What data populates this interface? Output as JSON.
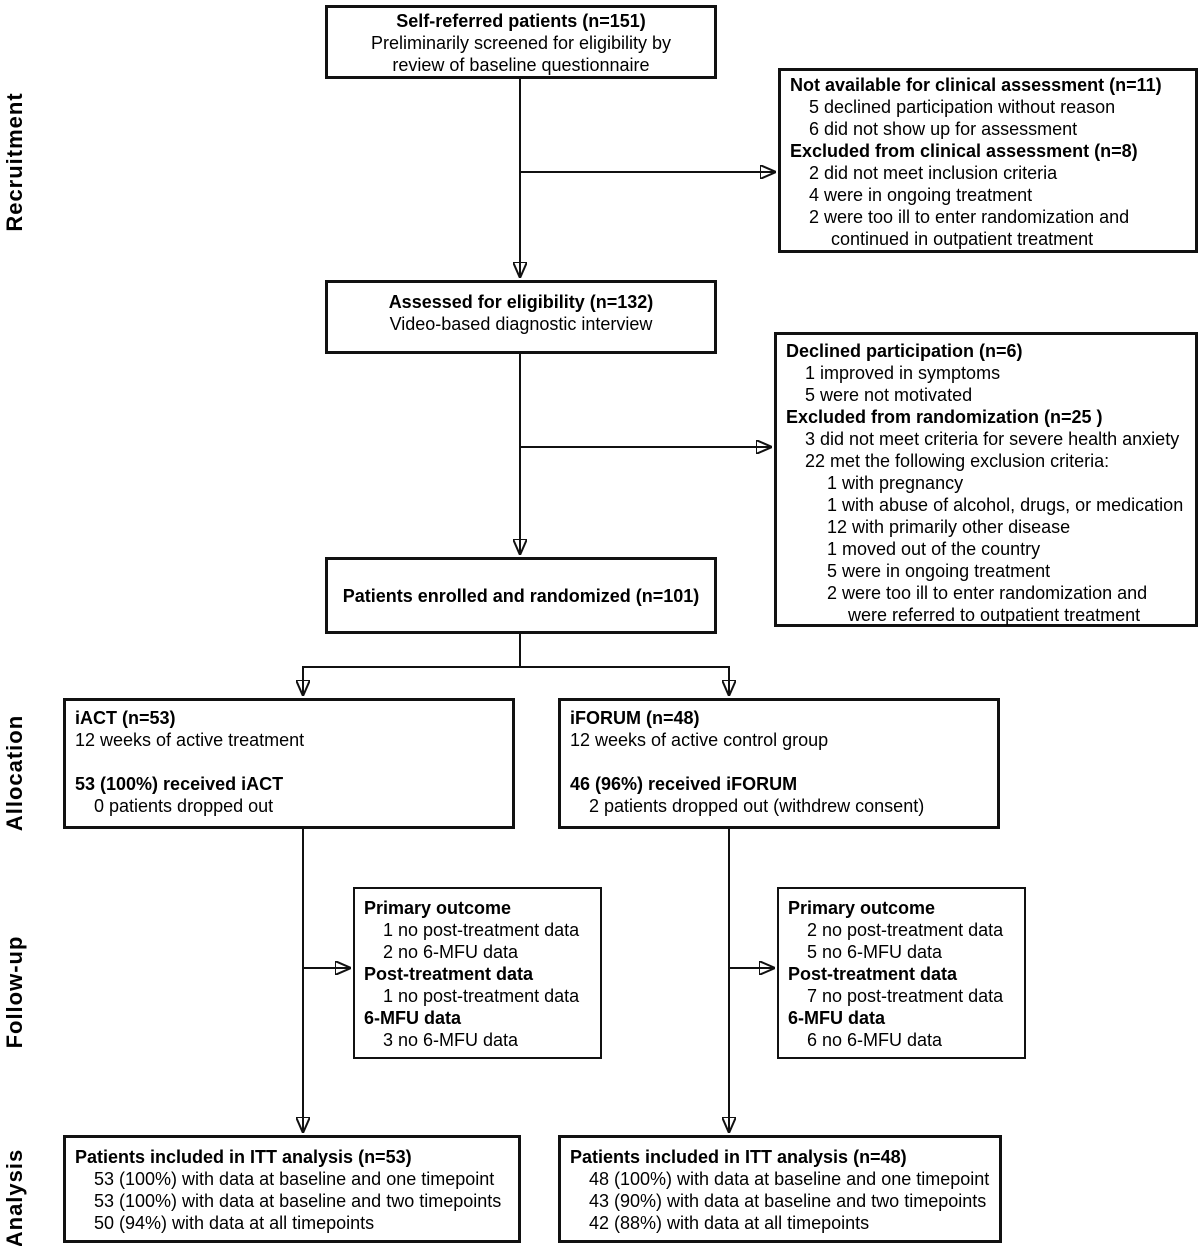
{
  "stage_labels": {
    "recruitment": "Recruitment",
    "allocation": "Allocation",
    "followup": "Follow-up",
    "analysis": "Analysis"
  },
  "colors": {
    "line": "#111111",
    "box_border": "#111111",
    "background": "#ffffff",
    "text": "#000000"
  },
  "boxes": {
    "self_referred": {
      "lines": [
        {
          "text": "Self-referred patients (n=151)",
          "bold": true,
          "indent": 0
        },
        {
          "text": "Preliminarily screened for eligibility by",
          "bold": false,
          "indent": 0
        },
        {
          "text": "review of baseline questionnaire",
          "bold": false,
          "indent": 0
        }
      ]
    },
    "not_available": {
      "lines": [
        {
          "text": "Not available for clinical assessment (n=11)",
          "bold": true,
          "indent": 0
        },
        {
          "text": "5 declined participation without reason",
          "bold": false,
          "indent": 1
        },
        {
          "text": "6 did not show up for assessment",
          "bold": false,
          "indent": 1
        },
        {
          "text": "Excluded from clinical assessment (n=8)",
          "bold": true,
          "indent": 0
        },
        {
          "text": "2 did not meet inclusion criteria",
          "bold": false,
          "indent": 1
        },
        {
          "text": "4 were in ongoing treatment",
          "bold": false,
          "indent": 1
        },
        {
          "text": "2 were too ill to enter randomization and",
          "bold": false,
          "indent": 1
        },
        {
          "text": "continued in outpatient treatment",
          "bold": false,
          "indent": 2
        }
      ]
    },
    "assessed": {
      "lines": [
        {
          "text": "Assessed for eligibility (n=132)",
          "bold": true,
          "indent": 0
        },
        {
          "text": "Video-based diagnostic interview",
          "bold": false,
          "indent": 0
        }
      ]
    },
    "declined": {
      "lines": [
        {
          "text": "Declined participation (n=6)",
          "bold": true,
          "indent": 0
        },
        {
          "text": "1 improved in symptoms",
          "bold": false,
          "indent": 1
        },
        {
          "text": "5 were not motivated",
          "bold": false,
          "indent": 1
        },
        {
          "text": "Excluded from randomization (n=25 )",
          "bold": true,
          "indent": 0
        },
        {
          "text": "3 did not meet criteria for severe health anxiety",
          "bold": false,
          "indent": 1
        },
        {
          "text": "22 met the following exclusion criteria:",
          "bold": false,
          "indent": 1
        },
        {
          "text": "1 with pregnancy",
          "bold": false,
          "indent": 2
        },
        {
          "text": "1 with abuse of alcohol, drugs, or medication",
          "bold": false,
          "indent": 2
        },
        {
          "text": "12 with primarily other disease",
          "bold": false,
          "indent": 2
        },
        {
          "text": "1 moved out of the country",
          "bold": false,
          "indent": 2
        },
        {
          "text": "5 were in ongoing treatment",
          "bold": false,
          "indent": 2
        },
        {
          "text": "2 were too ill to enter randomization and",
          "bold": false,
          "indent": 2
        },
        {
          "text": "were referred to outpatient treatment",
          "bold": false,
          "indent": 3
        }
      ]
    },
    "enrolled": {
      "lines": [
        {
          "text": "Patients enrolled and randomized (n=101)",
          "bold": true,
          "indent": 0
        }
      ]
    },
    "iact": {
      "lines": [
        {
          "text": "iACT (n=53)",
          "bold": true,
          "indent": 0
        },
        {
          "text": "12 weeks of active treatment",
          "bold": false,
          "indent": 0
        },
        {
          "text": "",
          "bold": false,
          "indent": 0
        },
        {
          "text": "53 (100%) received iACT",
          "bold": true,
          "indent": 0
        },
        {
          "text": "0 patients dropped out",
          "bold": false,
          "indent": 1
        }
      ]
    },
    "iforum": {
      "lines": [
        {
          "text": "iFORUM (n=48)",
          "bold": true,
          "indent": 0
        },
        {
          "text": "12 weeks of active control group",
          "bold": false,
          "indent": 0
        },
        {
          "text": "",
          "bold": false,
          "indent": 0
        },
        {
          "text": "46 (96%) received iFORUM",
          "bold": true,
          "indent": 0
        },
        {
          "text": "2 patients dropped out (withdrew consent)",
          "bold": false,
          "indent": 1
        }
      ]
    },
    "followup_iact": {
      "lines": [
        {
          "text": "Primary outcome",
          "bold": true,
          "indent": 0
        },
        {
          "text": "1 no post-treatment data",
          "bold": false,
          "indent": 1
        },
        {
          "text": "2 no 6-MFU data",
          "bold": false,
          "indent": 1
        },
        {
          "text": "Post-treatment data",
          "bold": true,
          "indent": 0
        },
        {
          "text": "1 no post-treatment data",
          "bold": false,
          "indent": 1
        },
        {
          "text": "6-MFU data",
          "bold": true,
          "indent": 0
        },
        {
          "text": "3 no 6-MFU data",
          "bold": false,
          "indent": 1
        }
      ]
    },
    "followup_iforum": {
      "lines": [
        {
          "text": "Primary outcome",
          "bold": true,
          "indent": 0
        },
        {
          "text": "2 no post-treatment data",
          "bold": false,
          "indent": 1
        },
        {
          "text": "5 no 6-MFU data",
          "bold": false,
          "indent": 1
        },
        {
          "text": "Post-treatment data",
          "bold": true,
          "indent": 0
        },
        {
          "text": "7 no post-treatment data",
          "bold": false,
          "indent": 1
        },
        {
          "text": "6-MFU data",
          "bold": true,
          "indent": 0
        },
        {
          "text": "6 no 6-MFU data",
          "bold": false,
          "indent": 1
        }
      ]
    },
    "itt_iact": {
      "lines": [
        {
          "text": "Patients included in ITT analysis (n=53)",
          "bold": true,
          "indent": 0
        },
        {
          "text": "53 (100%) with data at baseline and one timepoint",
          "bold": false,
          "indent": 1
        },
        {
          "text": "53 (100%) with data at baseline and two timepoints",
          "bold": false,
          "indent": 1
        },
        {
          "text": "50 (94%) with data at all timepoints",
          "bold": false,
          "indent": 1
        }
      ]
    },
    "itt_iforum": {
      "lines": [
        {
          "text": "Patients included in ITT analysis (n=48)",
          "bold": true,
          "indent": 0
        },
        {
          "text": "48 (100%) with data at baseline and one timepoint",
          "bold": false,
          "indent": 1
        },
        {
          "text": "43 (90%) with data at baseline and two timepoints",
          "bold": false,
          "indent": 1
        },
        {
          "text": "42 (88%) with data at all timepoints",
          "bold": false,
          "indent": 1
        }
      ]
    }
  }
}
